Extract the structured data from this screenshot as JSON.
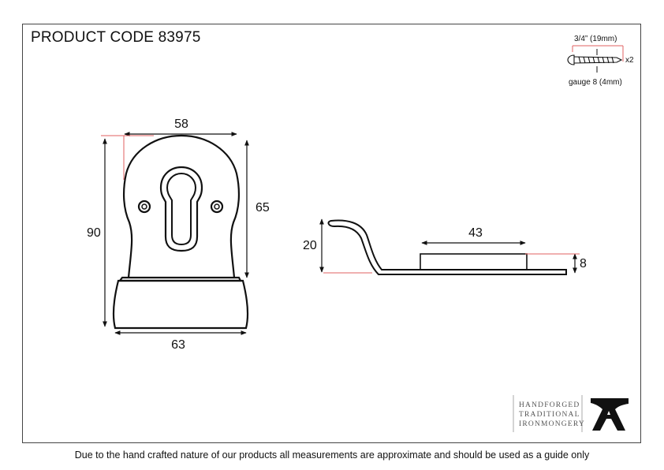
{
  "header": {
    "product_code": "PRODUCT CODE 83975"
  },
  "dimensions": {
    "top_width": "58",
    "plate_height": "65",
    "overall_height": "90",
    "bottom_width": "63",
    "side_height": "20",
    "side_length": "43",
    "side_thickness": "8"
  },
  "screw": {
    "length_label": "3/4” (19mm)",
    "quantity_label": "x2",
    "gauge_label": "gauge 8 (4mm)"
  },
  "brand": {
    "line1": "HANDFORGED",
    "line2": "TRADITIONAL",
    "line3": "IRONMONGERY"
  },
  "footer": {
    "disclaimer": "Due to the hand crafted nature of our products all measurements are approximate and should be used as a guide only"
  }
}
